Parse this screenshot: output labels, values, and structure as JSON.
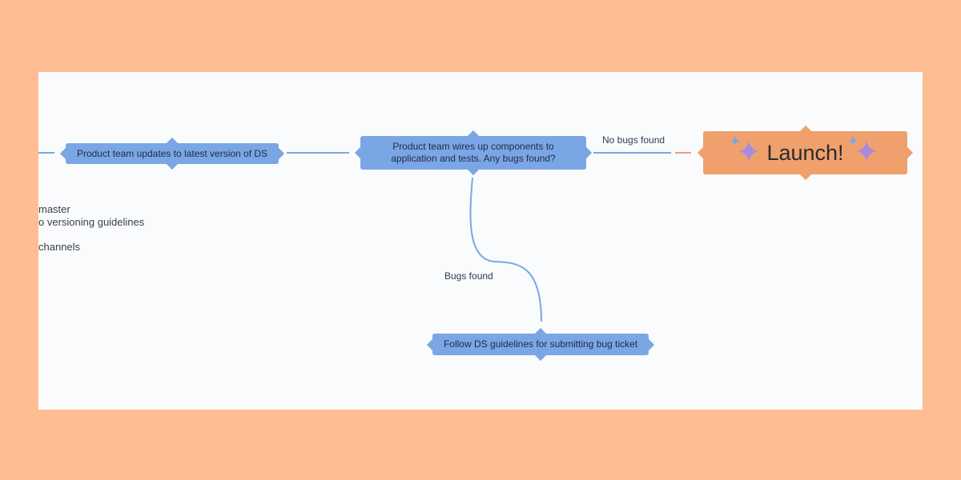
{
  "nodes": {
    "updates": "Product team updates to latest version of DS",
    "wires": "Product team wires up components to application and tests. Any bugs found?",
    "launch": "Launch!",
    "bug_ticket": "Follow DS guidelines for submitting bug ticket"
  },
  "edges": {
    "no_bugs": "No bugs found",
    "bugs": "Bugs found"
  },
  "partial_text": [
    "master",
    "o versioning guidelines",
    "channels"
  ],
  "colors": {
    "background": "#ffbd94",
    "canvas": "#fafbfc",
    "node_blue": "#7aa6e6",
    "node_orange": "#f0a06c",
    "edge_blue": "#7aa6e6",
    "edge_orange": "#f0a06c",
    "sparkle_purple": "#a78bde",
    "sparkle_blue": "#7aa6e6"
  },
  "icons": [
    "sparkle-icon"
  ]
}
